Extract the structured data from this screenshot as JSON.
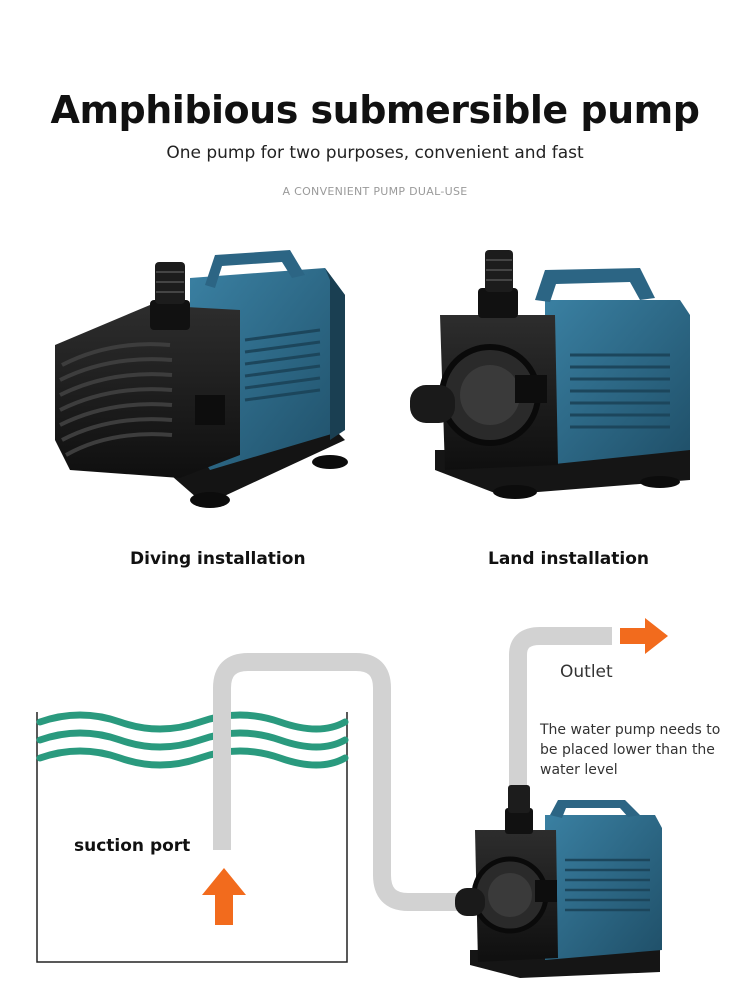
{
  "header": {
    "title": "Amphibious submersible pump",
    "subtitle": "One pump for two purposes, convenient and fast",
    "tagline": "A CONVENIENT PUMP DUAL-USE"
  },
  "installations": {
    "diving_label": "Diving installation",
    "land_label": "Land installation"
  },
  "diagram": {
    "outlet_label": "Outlet",
    "note": "The water pump needs to be placed lower than the water level",
    "suction_label": "suction port"
  },
  "colors": {
    "pump_blue": "#2f6d8c",
    "pump_black": "#1c1c1c",
    "water_green": "#2a9a7e",
    "arrow_orange": "#f26b1d",
    "pipe_gray": "#d2d2d2"
  }
}
